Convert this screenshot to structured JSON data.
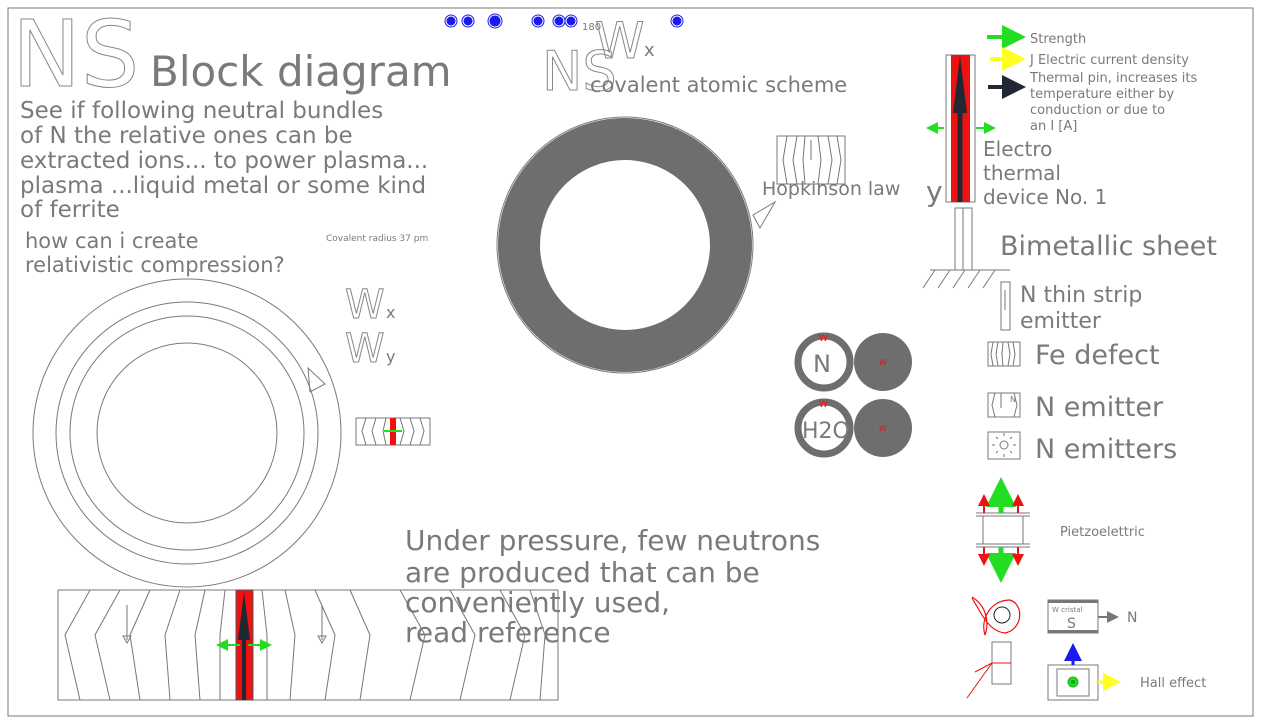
{
  "title": {
    "ns": "NS",
    "block_diagram": "Block diagram"
  },
  "intro_lines": [
    "See if following neutral bundles",
    "of N the relative ones can be",
    "extracted ions... to power plasma...",
    "plasma ...liquid metal or some kind",
    "of ferrite"
  ],
  "question_lines": [
    "how can i create",
    "relativistic compression?"
  ],
  "covalent_radius": "Covalent radius 37 pm",
  "top_w": {
    "angle": "180",
    "w": "W",
    "sub": "x"
  },
  "scheme": {
    "ns": "NS",
    "label": "covalent atomic scheme"
  },
  "w_labels": [
    {
      "w": "W",
      "sub": "x"
    },
    {
      "w": "W",
      "sub": "y"
    }
  ],
  "pressure_lines": [
    "Under pressure, few neutrons",
    "are produced that can be",
    "conveniently used,",
    "read reference"
  ],
  "hopkinson": {
    "label": "Hopkinson law",
    "y": "y"
  },
  "legend": [
    {
      "label": "Strength",
      "color": "#22dd22"
    },
    {
      "label": "J Electric current density",
      "color": "#ffff22"
    },
    {
      "label": "Thermal pin, increases its",
      "color": "#222831"
    }
  ],
  "legend_extra": [
    "temperature either by",
    "conduction or due to",
    "an I [A]"
  ],
  "device_lines": [
    "Electro",
    "thermal",
    "device No. 1"
  ],
  "bimetallic": "Bimetallic sheet",
  "thin_strip": [
    "N thin strip",
    "emitter"
  ],
  "fe_defect": "Fe defect",
  "n_emitter": "N emitter",
  "n_emitters": "N emitters",
  "atoms": {
    "n": "N",
    "h2o": "H2O",
    "w": "W"
  },
  "piezo": "Pietzoelettric",
  "crystal": {
    "label": "W cristal",
    "s": "S",
    "n": "N"
  },
  "hall": "Hall effect",
  "colors": {
    "red": "#ee1111",
    "green": "#22dd22",
    "blue": "#1a1aee",
    "grey_fill": "#6e6e6e"
  }
}
